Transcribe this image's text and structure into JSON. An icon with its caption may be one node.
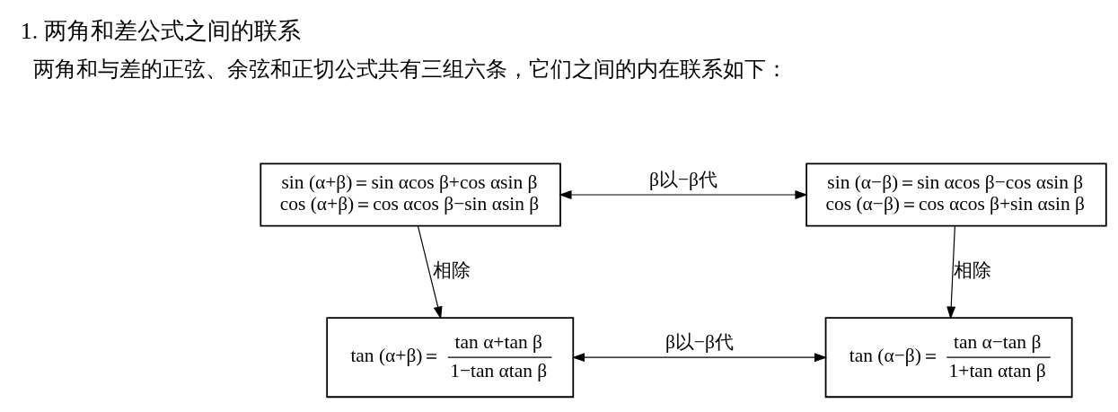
{
  "diagram": {
    "title": "1. 两角和差公式之间的联系",
    "nodes": [
      {
        "text": [
          "sin (α+β)＝sin αcos β+cos αsin β",
          "cos (α+β)＝cos αcos β−sin αsin β"
        ]
      },
      {
        "text": [
          "sin (α−β)＝sin αcos β−cos αsin β",
          "cos (α−β)＝cos αcos β+sin αsin β"
        ]
      },
      {
        "text": [
          "tan (α+β)＝",
          "tan α+tan β",
          "1−tan αtan β"
        ]
      },
      {
        "text": [
          "tan (α−β)＝",
          "tan α−tan β",
          "1+tan αtan β"
        ]
      }
    ],
    "edges": [
      {
        "from": 0,
        "to": 1,
        "arrow": "both",
        "label": "β以−β代"
      },
      {
        "from": 0,
        "to": 2,
        "arrow": "to",
        "label": "相除"
      },
      {
        "from": 1,
        "to": 3,
        "arrow": "to",
        "label": "相除"
      },
      {
        "from": 2,
        "to": 3,
        "arrow": "both",
        "label": "β以−β代"
      }
    ],
    "labels": [
      "两角和与差的正弦、余弦和正切公式共有三组六条，它们之间的内在联系如下："
    ]
  }
}
